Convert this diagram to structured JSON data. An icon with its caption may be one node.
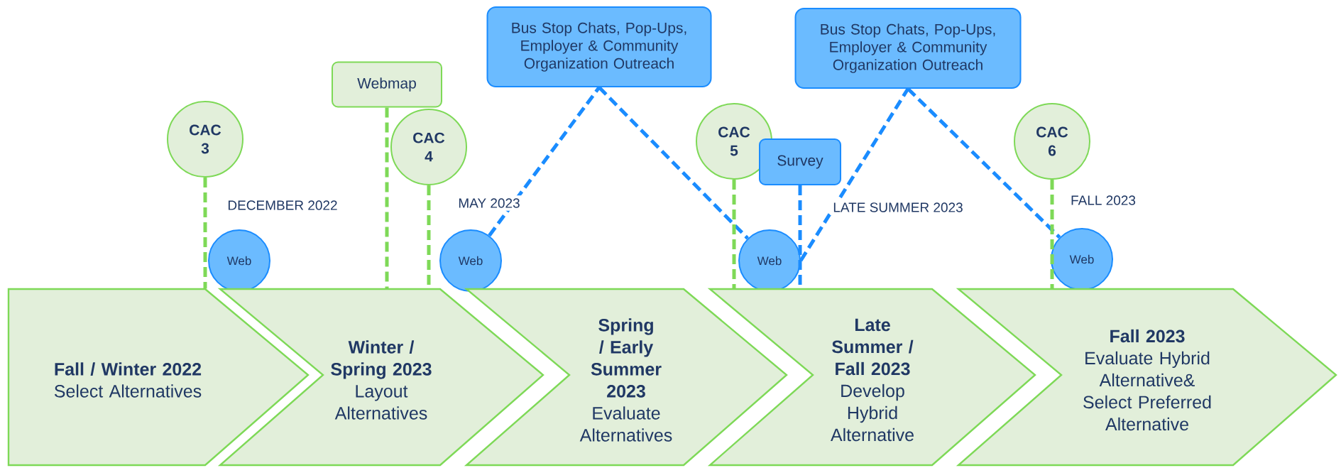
{
  "diagram": {
    "nodes": [
      {
        "text": [
          "Bus Stop Chats, Pop-Ups, Employer & Community Organization Outreach"
        ]
      },
      {
        "text": [
          "Bus Stop Chats, Pop-Ups, Employer & Community Organization Outreach"
        ]
      },
      {
        "text": [
          "Webmap"
        ]
      },
      {
        "text": [
          "CAC 3"
        ]
      },
      {
        "text": [
          "CAC 4"
        ]
      },
      {
        "text": [
          "CAC 5"
        ]
      },
      {
        "text": [
          "Survey"
        ]
      },
      {
        "text": [
          "CAC 6"
        ]
      },
      {
        "text": [
          "Web"
        ]
      },
      {
        "text": [
          "Web"
        ]
      },
      {
        "text": [
          "Web"
        ]
      },
      {
        "text": [
          "Web"
        ]
      },
      {
        "text": [
          "Fall / Winter 2022",
          "Select Alternatives"
        ]
      },
      {
        "text": [
          "Winter / Spring 2023",
          "Layout Alternatives"
        ]
      },
      {
        "text": [
          "Spring / Early Summer 2023",
          "Evaluate Alternatives"
        ]
      },
      {
        "text": [
          "Late Summer / Fall 2023",
          "Develop Hybrid Alternative"
        ]
      },
      {
        "text": [
          "Fall 2023",
          "Evaluate Hybrid Alternative& Select Preferred Alternative"
        ]
      }
    ],
    "edges": [
      {
        "from": 3,
        "to": 12,
        "arrow": "none",
        "style": "dashed",
        "color": "#7ed957"
      },
      {
        "from": 2,
        "to": 13,
        "arrow": "none",
        "style": "dashed",
        "color": "#7ed957"
      },
      {
        "from": 4,
        "to": 13,
        "arrow": "none",
        "style": "dashed",
        "color": "#7ed957"
      },
      {
        "from": 9,
        "to": 0,
        "arrow": "none",
        "style": "dashed",
        "color": "#1a8cff"
      },
      {
        "from": 0,
        "to": 10,
        "arrow": "none",
        "style": "dashed",
        "color": "#1a8cff"
      },
      {
        "from": 5,
        "to": 15,
        "arrow": "none",
        "style": "dashed",
        "color": "#7ed957"
      },
      {
        "from": 6,
        "to": 15,
        "arrow": "none",
        "style": "dashed",
        "color": "#1a8cff"
      },
      {
        "from": 10,
        "to": 1,
        "arrow": "none",
        "style": "dashed",
        "color": "#1a8cff"
      },
      {
        "from": 1,
        "to": 11,
        "arrow": "none",
        "style": "dashed",
        "color": "#1a8cff"
      },
      {
        "from": 7,
        "to": 16,
        "arrow": "none",
        "style": "dashed",
        "color": "#7ed957"
      }
    ],
    "labels": [
      "DECEMBER 2022",
      "MAY 2023",
      "LATE SUMMER 2023",
      "FALL 2023"
    ]
  }
}
